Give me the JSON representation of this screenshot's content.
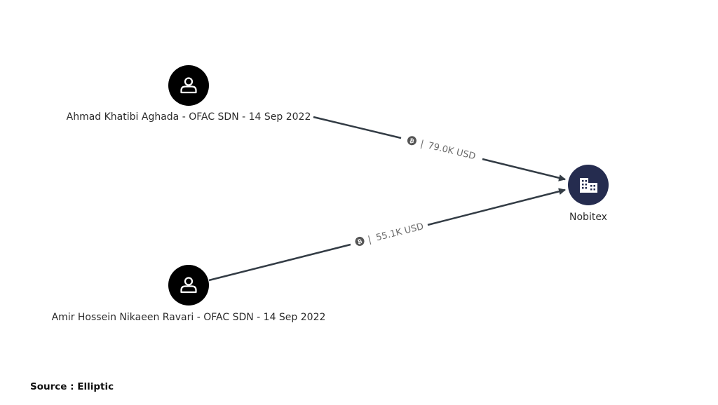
{
  "nodes": {
    "person_1": {
      "label": "Ahmad Khatibi Aghada - OFAC SDN - 14 Sep 2022",
      "icon": "person-icon"
    },
    "person_2": {
      "label": "Amir Hossein Nikaeen Ravari - OFAC SDN - 14 Sep 2022",
      "icon": "person-icon"
    },
    "exchange": {
      "label": "Nobitex",
      "icon": "building-icon"
    }
  },
  "edges": {
    "edge_1": {
      "label": "79.0K USD",
      "separator": "|",
      "icon": "bitcoin-icon"
    },
    "edge_2": {
      "label": "55.1K USD",
      "separator": "|",
      "icon": "bitcoin-icon"
    }
  },
  "footer": {
    "source": "Source : Elliptic"
  },
  "colors": {
    "person_node": "#000000",
    "exchange_node": "#252c4f",
    "edge": "#333c45",
    "badge": "#555555"
  }
}
